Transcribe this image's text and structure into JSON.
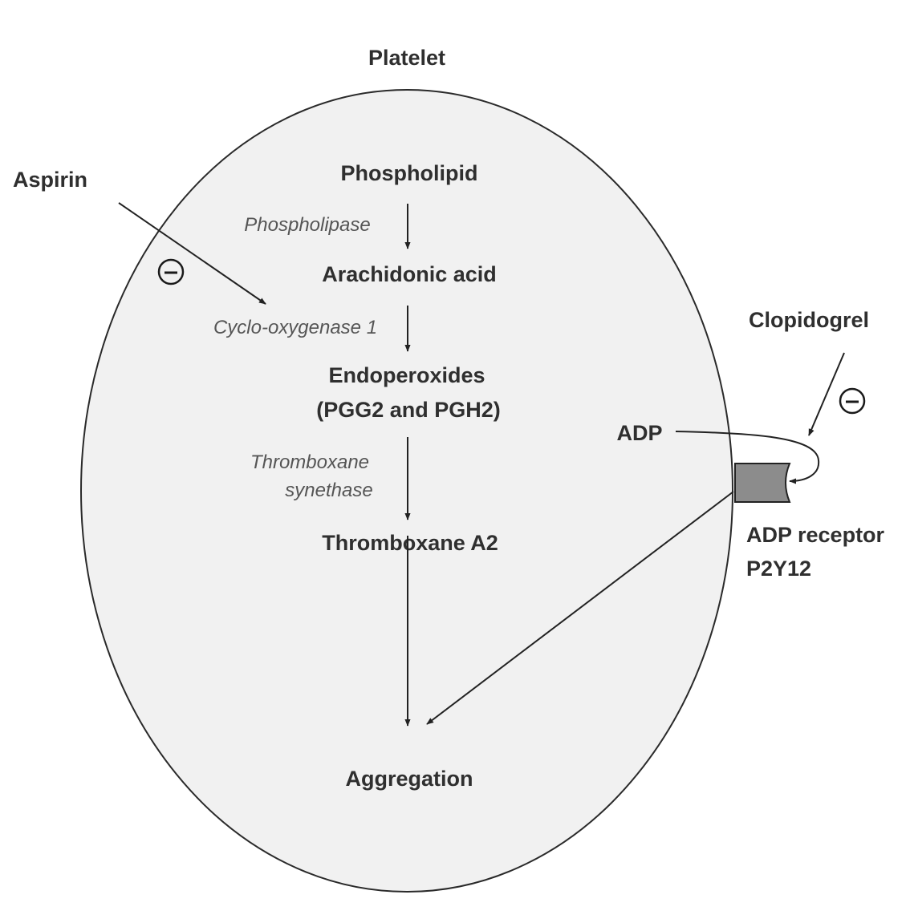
{
  "title": "Platelet",
  "nodes": {
    "phospholipid": "Phospholipid",
    "arachidonic_acid": "Arachidonic acid",
    "endoperoxides_line1": "Endoperoxides",
    "endoperoxides_line2": "(PGG2 and PGH2)",
    "thromboxane_a2": "Thromboxane A2",
    "aggregation": "Aggregation",
    "adp": "ADP",
    "receptor_line1": "ADP receptor",
    "receptor_line2": "P2Y12"
  },
  "enzymes": {
    "phospholipase": "Phospholipase",
    "cox1": "Cyclo-oxygenase 1",
    "thromboxane_synthase_line1": "Thromboxane",
    "thromboxane_synthase_line2": "synethase"
  },
  "drugs": {
    "aspirin": "Aspirin",
    "clopidogrel": "Clopidogrel"
  },
  "inhibition_symbol": "−",
  "colors": {
    "cell_fill": "#f1f1f1",
    "cell_stroke": "#2a2a2a",
    "receptor_fill": "#8c8c8c",
    "text": "#2f2f2f",
    "enzyme_text": "#555555"
  }
}
